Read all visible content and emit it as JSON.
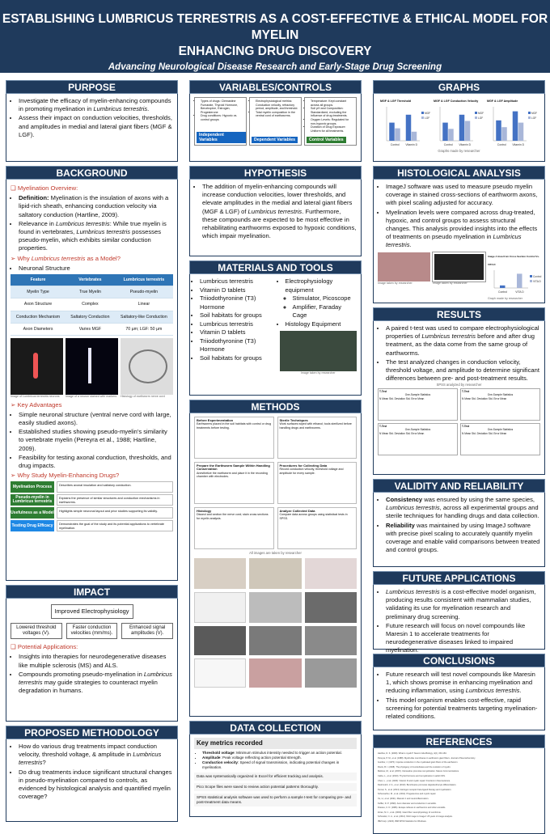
{
  "header": {
    "title_line1": "ESTABLISHING LUMBRICUS TERRESTRIS AS A COST-EFFECTIVE & ETHICAL MODEL FOR MYELIN",
    "title_line2": "ENHANCING DRUG DISCOVERY",
    "subtitle": "Advancing Neurological Disease Research and Early-Stage Drug Screening"
  },
  "purpose": {
    "heading": "PURPOSE",
    "bullets": [
      {
        "pre": "Investigate the efficacy of myelin-enhancing compounds in promoting myelination in ",
        "em": "Lumbricus terrestris",
        "post": "."
      },
      {
        "pre": "Assess their impact on conduction velocities, thresholds, and amplitudes in medial and lateral giant fibers (MGF & LGF).",
        "em": "",
        "post": ""
      }
    ]
  },
  "background": {
    "heading": "BACKGROUND",
    "overview_label": "Myelination Overview:",
    "b1_label": "Definition:",
    "b1_text": " Myelination is the insulation of axons with a lipid-rich sheath, enhancing conduction velocity via saltatory conduction (Hartline, 2009).",
    "b2_pre": "Relevance in ",
    "b2_em1": "Lumbricus terrestris",
    "b2_mid": ": While true myelin is found in vertebrates, ",
    "b2_em2": "Lumbricus terrestris",
    "b2_post": " possesses pseudo-myelin, which exhibits similar conduction properties.",
    "why_model_pre": "Why ",
    "why_model_em": "Lumbricus terrestris",
    "why_model_post": " as a Model?",
    "neuronal": "Neuronal Structure",
    "table": {
      "headers": [
        "Feature",
        "Vertebrates",
        "Lumbricus terrestris"
      ],
      "rows": [
        [
          "Myelin Type",
          "True Myelin",
          "Pseudo-myelin"
        ],
        [
          "Axon Structure",
          "Complex",
          "Linear"
        ],
        [
          "Conduction Mechanism",
          "Saltatory Conduction",
          "Saltatory-like Conduction"
        ],
        [
          "Axon Diameters",
          "Varies MGF",
          "70 µm; LGF: 50 µm"
        ]
      ]
    },
    "img_captions": [
      "Image of Lumbricus terrestris neurons",
      "Image of a neuron stained with markers",
      "Histology of earthworm nerve cord"
    ],
    "advantages_label": "Key Advantages",
    "adv": [
      "Simple neuronal structure (ventral nerve cord with large, easily studied axons).",
      "Established studies showing pseudo-myelin's similarity to vertebrate myelin (Pereyra et al., 1988; Hartline, 2009).",
      "Feasibility for testing axonal conduction, thresholds, and drug impacts."
    ],
    "why_study": "Why Study Myelin-Enhancing Drugs?",
    "green": [
      {
        "label": "Myelination Process",
        "desc": "Describes axonal insulation and saltatory conduction."
      },
      {
        "label": "Pseudo-myelin in Lumbricus terrestris",
        "desc": "Explains the presence of similar structures and conduction mechanisms in earthworms."
      },
      {
        "label": "Usefulness as a Model",
        "desc": "Highlights simple neuronal layout and prior studies supporting its validity."
      },
      {
        "label": "Testing Drug Efficacy",
        "desc": "Demonstrates the goal of the study and its potential applications to vertebrate myelination."
      }
    ]
  },
  "impact": {
    "heading": "IMPACT",
    "top": "Improved Electrophysiology",
    "row": [
      "Lowered threshold voltages (V).",
      "Faster conduction velocities (mm/ms).",
      "Enhanced signal amplitudes (V)."
    ],
    "potential": "Potential Applications:",
    "apps": [
      {
        "pre": "Insights into therapies for neurodegenerative diseases like multiple sclerosis (MS) and ALS.",
        "em": "",
        "post": ""
      },
      {
        "pre": "Compounds promoting pseudo-myelination in ",
        "em": "Lumbricus terrestris",
        "post": " may guide strategies to counteract myelin degradation in humans."
      }
    ]
  },
  "methodology": {
    "heading": "PROPOSED METHODOLOGY",
    "q": [
      {
        "pre": "How do various drug treatments impact conduction velocity, threshold voltage, & amplitude in ",
        "em": "Lumbricus terrestris",
        "post": "?"
      },
      {
        "pre": "Do drug treatments induce significant structural changes in pseudo-myelination compared to controls, as evidenced by histological analysis and quantified myelin coverage?",
        "em": "",
        "post": ""
      }
    ]
  },
  "variables": {
    "heading": "VARIABLES/CONTROLS",
    "boxes": [
      {
        "items": [
          "Types of drugs: Clemastine Fumarate, Thyroid Hormone, Benztropine, Estrogen, Progesterone",
          "Drug conditions: Hypoxic vs. control groups"
        ],
        "label": "Independent Variables",
        "color": "#1565c0"
      },
      {
        "items": [
          "Electrophysiological metrics: Conduction velocity, refractory period, amplitude, and threshold.",
          "Total myelin composition in the ventral cord of earthworms."
        ],
        "label": "Dependent Variables",
        "color": "#1565c0"
      },
      {
        "items": [
          "Temperature: Kept constant across all groups.",
          "Soil pH and Composition: Standardized, excluding the influence of drug treatments.",
          "Oxygen Levels: Regulated for non-hypoxic groups.",
          "Duration of Drug Exposure: Uniform for all treatments."
        ],
        "label": "Control Variables",
        "color": "#2e7d32"
      }
    ]
  },
  "hypothesis": {
    "heading": "HYPOTHESIS",
    "pre": "The addition of myelin-enhancing compounds will increase conduction velocities, lower thresholds, and elevate amplitudes in the medial and lateral giant fibers (MGF & LGF) of ",
    "em": "Lumbricus terrestris",
    "post": ". Furthermore, these compounds are expected to be most effective in rehabilitating earthworms exposed to hypoxic conditions, which impair myelination."
  },
  "materials": {
    "heading": "MATERIALS AND TOOLS",
    "left": [
      "Lumbricus terrestris",
      "Vitamin D tablets",
      "Triiodothyronine (T3) Hormone",
      "Soil habitats for groups",
      "Lumbricus terrestris",
      "Vitamin D tablets",
      "Triiodothyronine (T3) Hormone",
      "Soil habitats for groups"
    ],
    "right": "Electrophysiology equipment",
    "right_sub": [
      "Stimulator, Picoscope",
      "Amplifier, Faraday Cage"
    ],
    "right2": "Histology Equipment",
    "cap": "Image taken by researcher"
  },
  "methods": {
    "heading": "METHODS",
    "boxes": [
      {
        "t": "Before Experimentation",
        "d": "Earthworms placed in the soil habitats with control or drug treatments before testing."
      },
      {
        "t": "Sterile Techniques",
        "d": "Work surfaces wiped with ethanol; tools sterilized before handling drugs and earthworms."
      },
      {
        "t": "Prepare the Earthworm Sample Within Handling Conservation",
        "d": "Anesthetize the earthworm and place it in the recording chamber with electrodes."
      },
      {
        "t": "Procedures for Collecting Data",
        "d": "Record conduction velocity, threshold voltage and amplitude for every sample."
      },
      {
        "t": "Histology",
        "d": "Dissect and section the nerve cord; stain cross sections for myelin analysis."
      },
      {
        "t": "Analyze Collected Data",
        "d": "Compare data across groups using statistical tests in SPSS."
      }
    ],
    "all_images": "All images are taken by researcher"
  },
  "datacollection": {
    "heading": "DATA COLLECTION",
    "km": "Key metrics recorded",
    "metrics": [
      {
        "b": "Threshold voltage",
        "t": ": Minimum stimulus intensity needed to trigger an action potential."
      },
      {
        "b": "Amplitude",
        "t": ": Peak voltage reflecting action potential strength."
      },
      {
        "b": "Conduction velocity",
        "t": ": Speed of signal transmission, indicating potential changes in myelination."
      }
    ],
    "notes": [
      "Data was systematically organized in Excel for efficient tracking and analysis.",
      "Pico Scope files were saved to review action potential patterns thoroughly.",
      "SPSS statistical analysis software was used to perform a sample t-test for comparing pre- and post-treatment data means."
    ]
  },
  "graphs": {
    "heading": "GRAPHS",
    "titles": [
      "MGF & LGF Threshold",
      "MGF & LGF Conduction Velocity",
      "MGF & LGF Amplitude"
    ],
    "cap": "Graphs made by researcher",
    "legend": [
      "MGF",
      "LGF"
    ]
  },
  "chart_data": [
    {
      "type": "bar",
      "title": "MGF & LGF Threshold",
      "categories": [
        "Control",
        "Vitamin D"
      ],
      "series": [
        {
          "name": "MGF",
          "values": [
            0.8,
            1.15
          ]
        },
        {
          "name": "LGF",
          "values": [
            0.55,
            0.4
          ]
        }
      ],
      "ylim": [
        0,
        1.5
      ]
    },
    {
      "type": "bar",
      "title": "MGF & LGF Conduction Velocity",
      "categories": [
        "Control",
        "Vitamin D"
      ],
      "series": [
        {
          "name": "MGF",
          "values": [
            3.2,
            4.6
          ]
        },
        {
          "name": "LGF",
          "values": [
            2.1,
            3.5
          ]
        }
      ],
      "ylim": [
        0,
        6
      ]
    },
    {
      "type": "bar",
      "title": "MGF & LGF Amplitude",
      "categories": [
        "Control",
        "Vitamin D"
      ],
      "series": [
        {
          "name": "MGF",
          "values": [
            0.9,
            1.3
          ]
        },
        {
          "name": "LGF",
          "values": [
            0.6,
            0.8
          ]
        }
      ],
      "ylim": [
        0,
        1.5
      ]
    },
    {
      "type": "bar",
      "title": "Image J Area from Cross Section Control Vs. VITA D",
      "categories": [
        "Control",
        "VITA D"
      ],
      "values": [
        1.0,
        5.6
      ],
      "ylim": [
        0,
        7
      ]
    }
  ],
  "histology": {
    "heading": "HISTOLOGICAL ANALYSIS",
    "bullets": [
      {
        "pre": "ImageJ software was used to measure pseudo myelin coverage in stained cross-sections of earthworm axons, with pixel scaling adjusted for accuracy.",
        "em": "",
        "post": ""
      },
      {
        "pre": "Myelination levels were compared across drug-treated, hypoxic, and control groups to assess structural changes. This analysis provided insights into the effects of treatments on pseudo myelination in ",
        "em": "Lumbricus terrestris",
        "post": "."
      }
    ],
    "caps": [
      "Image taken by researcher",
      "Image taken by researcher",
      "Graph made by researcher"
    ],
    "chart_title": "Image J Area from Cross Section Control Vs. VITA D",
    "legend": [
      "Control",
      "VITA D"
    ]
  },
  "results": {
    "heading": "RESULTS",
    "bullets": [
      {
        "pre": "A paired t-test was used to compare electrophysiological properties of ",
        "em": "Lumbricus terrestris",
        "post": " before and after drug treatment, as the data come from the same group of earthworms."
      },
      {
        "pre": "The test analyzed changes in conduction velocity, threshold voltage, and amplitude to determine significant differences between pre- and post-treatment results.",
        "em": "",
        "post": ""
      }
    ],
    "spss": "SPSS analyzed by researcher",
    "ttest_label": "T-Test",
    "ttest_title": "One-Sample Statistics",
    "ttest_cols": "N   Mean   Std. Deviation   Std. Error Mean"
  },
  "validity": {
    "heading": "VALIDITY AND RELIABILITY",
    "b1_b": "Consistency",
    "b1_pre": " was ensured by using the same species, ",
    "b1_em": "Lumbricus terrestris",
    "b1_post": ", across all experimental groups and sterile techniques for handling drugs and data collection.",
    "b2_b": "Reliability",
    "b2_t": " was maintained by using ImageJ software with precise pixel scaling to accurately quantify myelin coverage and enable valid comparisons between treated and control groups."
  },
  "future": {
    "heading": "FUTURE APPLICATIONS",
    "bullets": [
      {
        "pre": "",
        "em": "Lumbricus terrestris",
        "post": " is a cost-effective model organism, producing results consistent with mammalian studies, validating its use for myelination research and preliminary drug screening."
      },
      {
        "pre": "Future research will focus on novel compounds like Maresin 1 to accelerate treatments for neurodegenerative diseases linked to impaired myelination.",
        "em": "",
        "post": ""
      }
    ]
  },
  "conclusions": {
    "heading": "CONCLUSIONS",
    "bullets": [
      {
        "pre": "Future research will test novel compounds like Maresin 1, which shows promise in enhancing myelination and reducing inflammation, using ",
        "em": "Lumbricus terrestris",
        "post": "."
      },
      {
        "pre": "This model organism enables cost-effective, rapid screening for potential treatments targeting myelination-related conditions.",
        "em": "",
        "post": ""
      }
    ]
  },
  "references": {
    "heading": "REFERENCES",
    "lines": [
      "Hartline, D. K. (2009). What is myelin? Neuron Glia Biology, 4(2), 153-163.",
      "Pereyra, P. M., et al. (1988). Myelin-like membranes in earthworm giant fibers. Journal of Neurochemistry.",
      "Gunther, J. (1976). Impulse conduction in the myelinated giant fibers of the earthworm.",
      "Roots, B. I. (2008). The phylogeny of invertebrates and the evolution of myelin.",
      "Mellone, M., et al. (2015). Clemastine promotes remyelination. Nature Communications.",
      "Calza, L., et al. (2010). Thyroid hormone and remyelination in adult CNS.",
      "Chen, L., et al. (2020). Vitamin D and myelin repair. Frontiers in Neuroscience.",
      "Deshmukh, V. A., et al. (2013). Benztropine promotes oligodendrocyte differentiation.",
      "Kumar, S., et al. (2013). Estrogen receptor beta ligand therapy and myelination.",
      "Schumacher, M., et al. (2012). Progesterone and myelin repair.",
      "Xu, H., et al. (2021). Maresin 1 and neuroinflammation.",
      "Kuffler, D. P. (1990). Axon diameter and conduction in annelids.",
      "Drewes, C. D. (1984). Escape reflexes in earthworms and other annelids.",
      "Zoran, M. J., et al. (2003). Giant fiber neurophysiology of Lumbricus.",
      "Schneider, C. A., et al. (2012). NIH Image to ImageJ: 25 years of image analysis.",
      "IBM Corp. (2023). IBM SPSS Statistics for Windows."
    ]
  }
}
